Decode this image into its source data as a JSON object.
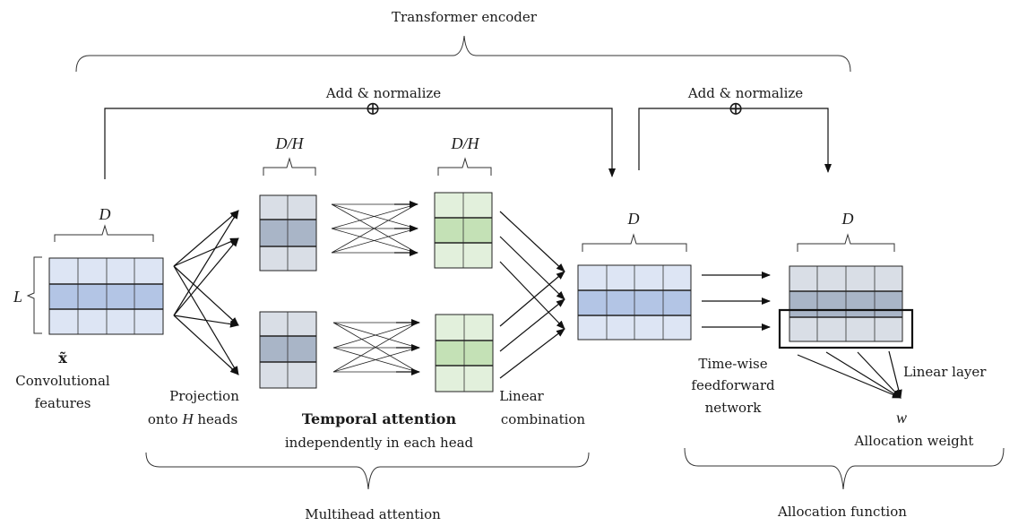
{
  "labels": {
    "transformer_encoder": "Transformer encoder",
    "add_normalize_1": "Add & normalize",
    "add_normalize_2": "Add & normalize",
    "plus_symbol": "⊕",
    "dim_d": "D",
    "dim_dh": "D/H",
    "dim_l": "L",
    "x_tilde": "x̃",
    "conv_line1": "Convolutional",
    "conv_line2": "features",
    "proj_line1": "Projection",
    "proj_line2_pre": "onto ",
    "proj_line2_var": "H",
    "proj_line2_post": " heads",
    "temporal_title": "Temporal attention",
    "temporal_sub": "independently in each head",
    "linear_line1": "Linear",
    "linear_line2": "combination",
    "ffn_line1": "Time-wise",
    "ffn_line2": "feedforward",
    "ffn_line3": "network",
    "linear_layer": "Linear layer",
    "w": "w",
    "allocation_weight": "Allocation weight",
    "multihead_attention": "Multihead attention",
    "allocation_function": "Allocation function"
  },
  "colors": {
    "blue_light": "#dde5f4",
    "blue_mid": "#b3c5e5",
    "grey_light": "#d9dee6",
    "grey_mid": "#a9b5c7",
    "green_light": "#e2f0dc",
    "green_mid": "#c4e1b6",
    "stroke": "#222222"
  }
}
